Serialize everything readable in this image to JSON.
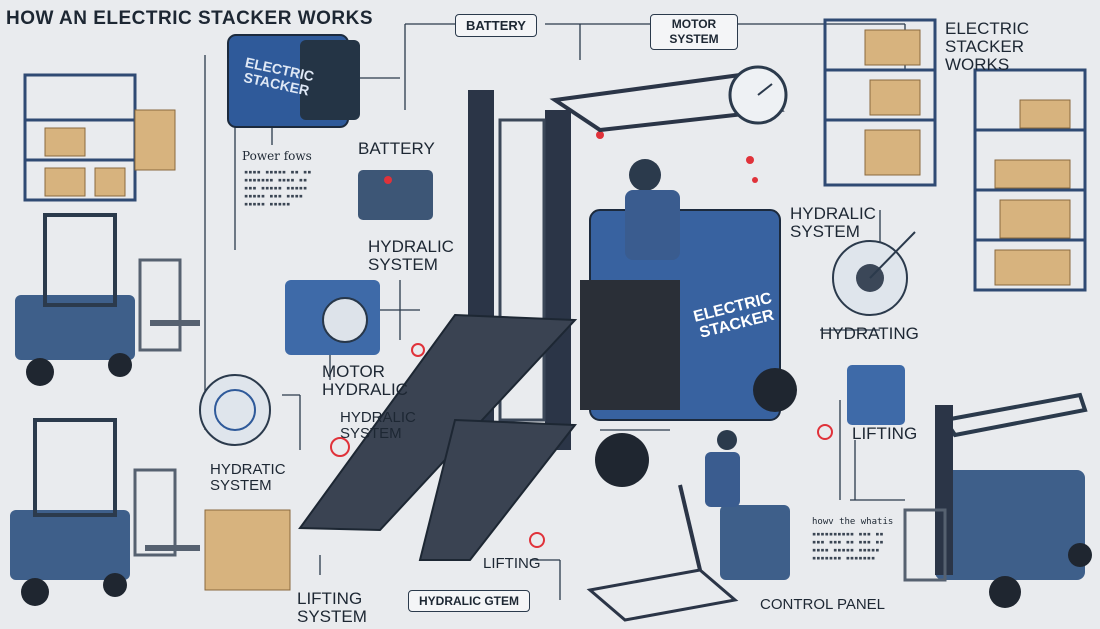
{
  "labels": {
    "main_title": "HOW AN ELECTRIC STACKER WORKS",
    "top_right_title": "ELECTRIC STACKER WORKS",
    "battery_pill": "BATTERY",
    "motor_pill": "MOTOR SYSTEM",
    "battery": "BATTERY",
    "power_flows": "Power fows",
    "hydraulic_system_1": "HYDRALIC SYSTEM",
    "hydraulic_system_right": "HYDRALIC SYSTEM",
    "motor_hydraulic": "MOTOR HYDRALIC",
    "hydraulic_system_2": "HYDRALIC SYSTEM",
    "hydratic_system": "HYDRATIC SYSTEM",
    "hydrating": "HYDRATING",
    "lifting_right": "LIFTING",
    "lifting_bottom": "LIFTING",
    "lifting_system": "LIFTING SYSTEM",
    "hydraulic_stem": "HYDRALIC GTEM",
    "control_panel": "CONTROL PANEL",
    "stacker_body_text": "ELECTRIC STACKER",
    "battery_box_text": "ELECTRIC STACKER",
    "bottom_note": "howv the whatis"
  }
}
